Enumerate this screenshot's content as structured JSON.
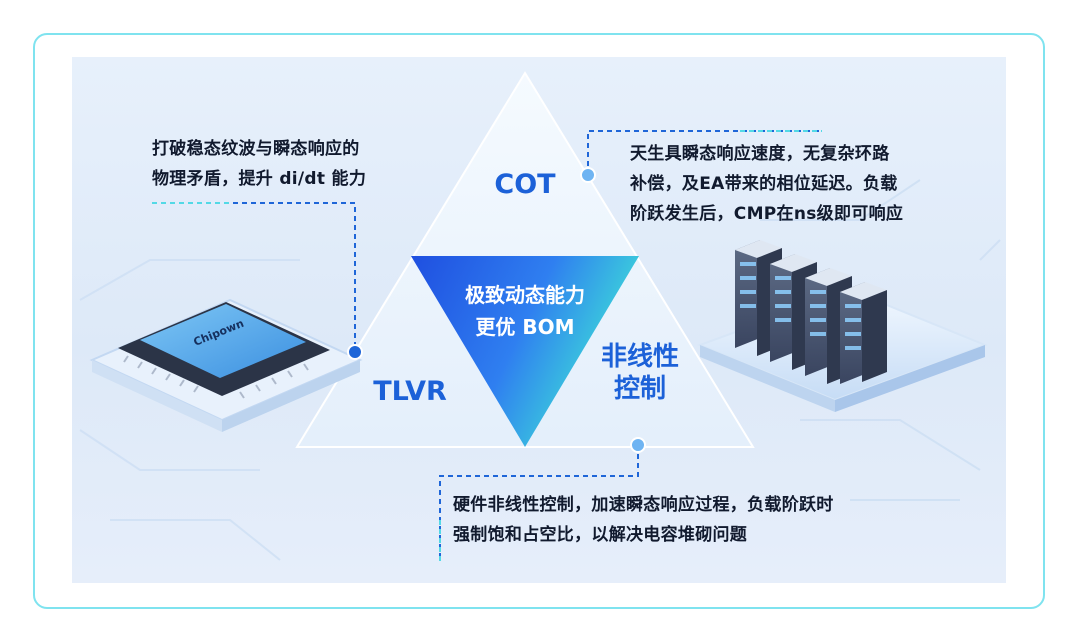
{
  "annotations": {
    "top_left": [
      "打破稳态纹波与瞬态响应的",
      "物理矛盾，提升 di/dt 能力"
    ],
    "top_right": [
      "天生具瞬态响应速度，无复杂环路",
      "补偿，及EA带来的相位延迟。负载",
      "阶跃发生后，CMP在ns级即可响应"
    ],
    "bottom": [
      "硬件非线性控制，加速瞬态响应过程，负载阶跃时",
      "强制饱和占空比，以解决电容堆砌问题"
    ]
  },
  "triangle": {
    "top_label": "COT",
    "left_label": "TLVR",
    "right_label": [
      "非线性",
      "控制"
    ],
    "center_label": [
      "极致动态能力",
      "更优 BOM"
    ]
  },
  "chip_marking": "Chipown",
  "colors": {
    "accent_blue": "#1c61d8",
    "frame_cyan": "#7fe3ef",
    "gradient_start": "#1f4fe0",
    "gradient_end": "#3fe4d6",
    "text_dark": "#111a2e"
  }
}
